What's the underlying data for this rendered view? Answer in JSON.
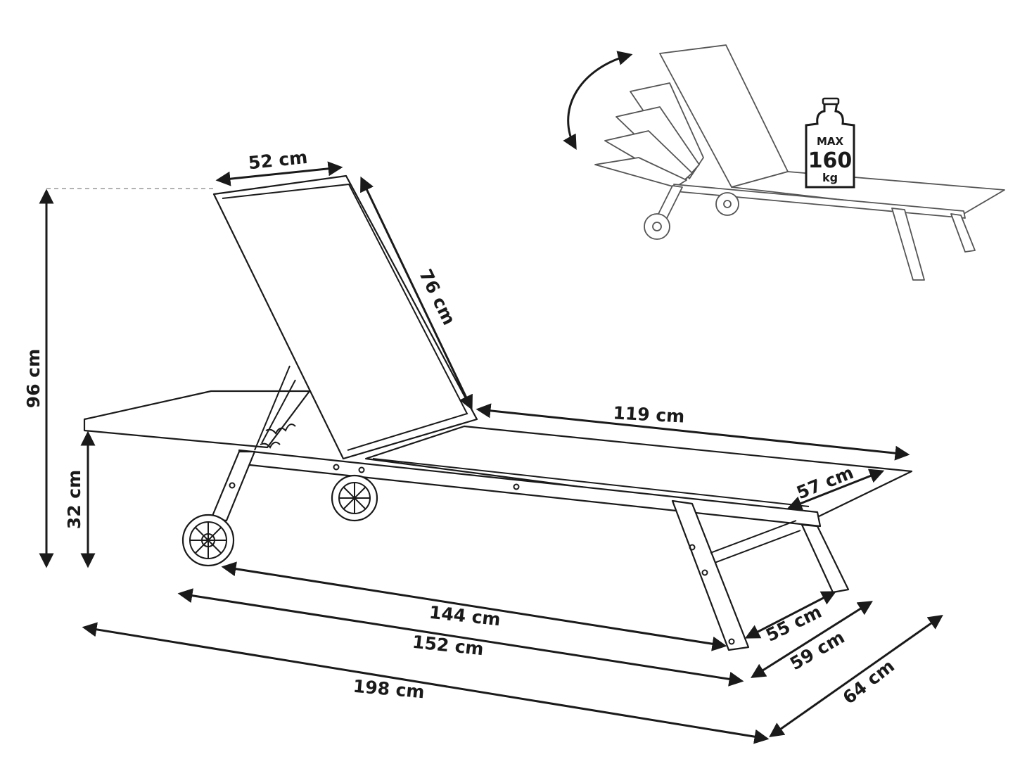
{
  "dimensions": {
    "seat_width": "52 cm",
    "backrest_length": "76 cm",
    "total_height": "96 cm",
    "seat_height": "32 cm",
    "seat_length": "119 cm",
    "footrest_width": "57 cm",
    "inner_length": "144 cm",
    "frame_length": "152 cm",
    "total_length": "198 cm",
    "rear_width": "55 cm",
    "frame_width": "59 cm",
    "total_width": "64 cm"
  },
  "weight_badge": {
    "prefix": "MAX",
    "value": "160",
    "unit": "kg"
  },
  "colors": {
    "ink": "#1a1a1a",
    "background": "#ffffff"
  }
}
